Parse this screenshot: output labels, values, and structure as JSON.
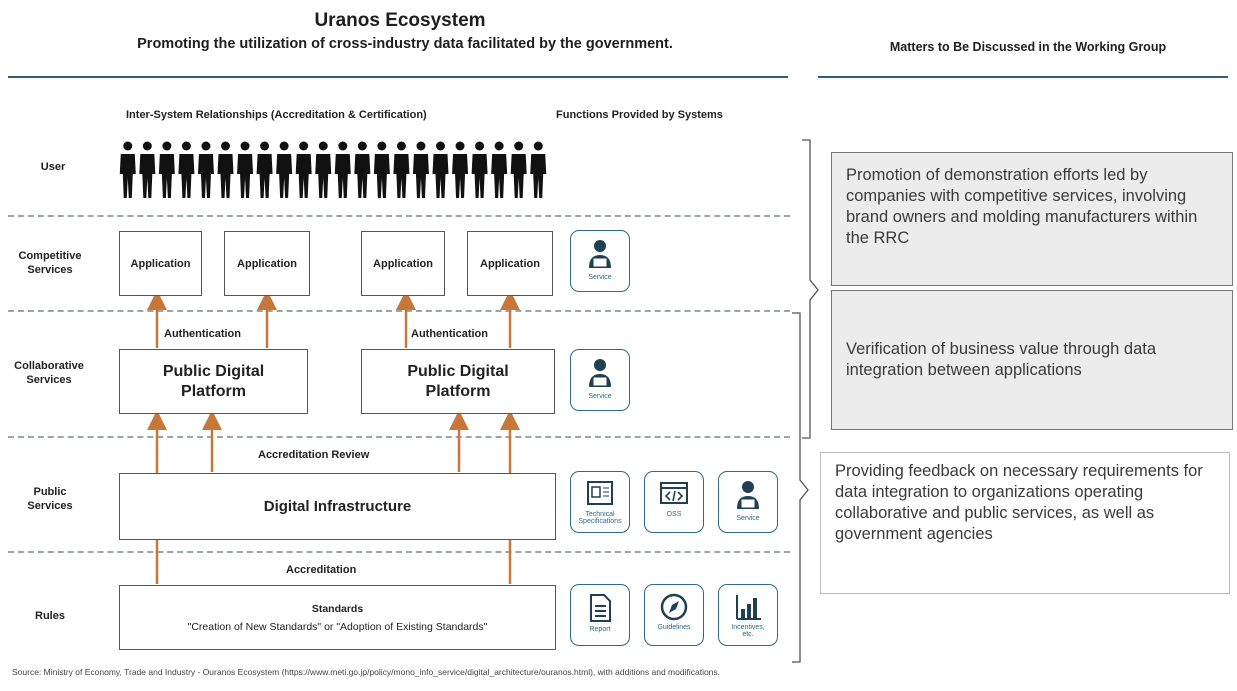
{
  "header": {
    "title": "Uranos Ecosystem",
    "subtitle": "Promoting the utilization of cross-industry data facilitated by the government.",
    "right_heading": "Matters to Be Discussed in the Working Group"
  },
  "columns": {
    "relationships": "Inter-System Relationships (Accreditation & Certification)",
    "functions": "Functions Provided by Systems"
  },
  "layers": {
    "user": "User",
    "competitive": "Competitive\nServices",
    "collaborative": "Collaborative\nServices",
    "public": "Public\nServices",
    "rules": "Rules"
  },
  "people_count": 22,
  "applications": [
    "Application",
    "Application",
    "Application",
    "Application"
  ],
  "authentication": [
    "Authentication",
    "Authentication"
  ],
  "platforms": [
    "Public Digital\nPlatform",
    "Public Digital\nPlatform"
  ],
  "accreditation_review": "Accreditation Review",
  "digital_infrastructure": "Digital Infrastructure",
  "accreditation": "Accreditation",
  "standards": {
    "title": "Standards",
    "text": "\"Creation of New Standards\" or \"Adoption of Existing Standards\""
  },
  "function_icons": {
    "competitive": [
      {
        "icon": "service-person-icon",
        "caption": "Service"
      }
    ],
    "collaborative": [
      {
        "icon": "service-person-icon",
        "caption": "Service"
      }
    ],
    "public": [
      {
        "icon": "technical-spec-icon",
        "caption": "Technical\nSpecifications"
      },
      {
        "icon": "code-window-icon",
        "caption": "OSS"
      },
      {
        "icon": "service-person-icon",
        "caption": "Service"
      }
    ],
    "rules": [
      {
        "icon": "report-document-icon",
        "caption": "Report"
      },
      {
        "icon": "compass-icon",
        "caption": "Guidelines"
      },
      {
        "icon": "bar-chart-icon",
        "caption": "Incentives,\netc."
      }
    ]
  },
  "discussion": [
    "Promotion of demonstration efforts led by companies with competitive services, involving brand owners and molding manufacturers within the RRC",
    "Verification of business value through data integration between applications",
    "Providing feedback on necessary requirements for data integration to organizations operating collaborative and public services, as well as government agencies"
  ],
  "source": "Source: Ministry of Economy, Trade and Industry - Ouranos Ecosystem (https://www.meti.go.jp/policy/mono_info_service/digital_architecture/ouranos.html), with additions and modifications.",
  "colors": {
    "arrow": "#c8773a",
    "rule_line": "#2f5d7a",
    "icon_border": "#2f6b84",
    "discussion_fill": "#ececec"
  }
}
